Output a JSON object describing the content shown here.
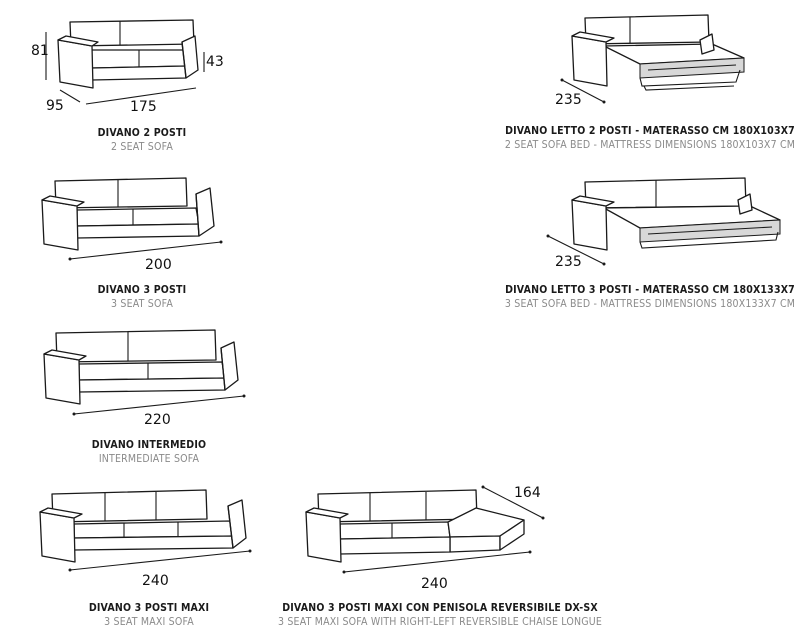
{
  "items": [
    {
      "title": "DIVANO 2 POSTI",
      "subtitle": "2 SEAT SOFA",
      "dims": [
        "81",
        "43",
        "95",
        "175"
      ]
    },
    {
      "title": "DIVANO 3 POSTI",
      "subtitle": "3 SEAT SOFA",
      "dims": [
        "200"
      ]
    },
    {
      "title": "DIVANO INTERMEDIO",
      "subtitle": "INTERMEDIATE SOFA",
      "dims": [
        "220"
      ]
    },
    {
      "title": "DIVANO 3 POSTI MAXI",
      "subtitle": "3 SEAT MAXI SOFA",
      "dims": [
        "240"
      ]
    },
    {
      "title": "DIVANO 3 POSTI MAXI CON PENISOLA REVERSIBILE DX-SX",
      "subtitle": "3 SEAT MAXI SOFA WITH RIGHT-LEFT REVERSIBLE CHAISE LONGUE",
      "dims": [
        "240",
        "164"
      ]
    },
    {
      "title": "DIVANO LETTO 2 POSTI - MATERASSO CM 180X103X7",
      "subtitle": "2 SEAT SOFA BED - MATTRESS DIMENSIONS 180X103X7 CM",
      "dims": [
        "235"
      ]
    },
    {
      "title": "DIVANO LETTO 3 POSTI - MATERASSO CM 180X133X7",
      "subtitle": "3 SEAT SOFA BED - MATTRESS DIMENSIONS 180X133X7 CM",
      "dims": [
        "235"
      ]
    }
  ]
}
